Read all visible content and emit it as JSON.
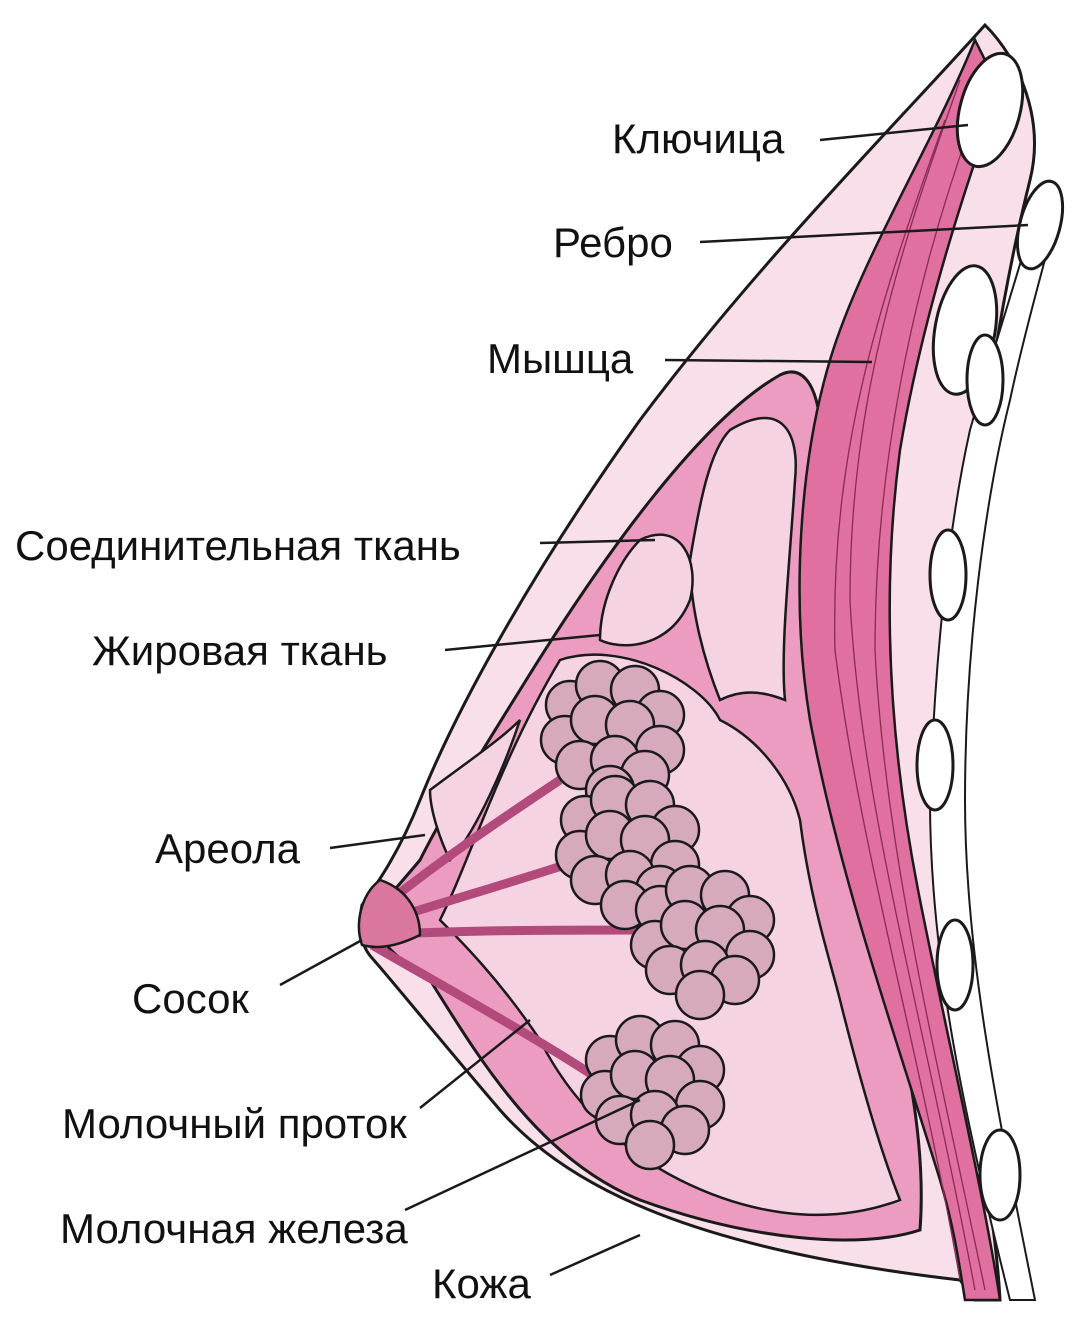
{
  "labels": {
    "clavicle": "Ключица",
    "rib": "Ребро",
    "muscle": "Мышца",
    "connective_tissue": "Соединительная ткань",
    "fat_tissue": "Жировая ткань",
    "areola": "Ареола",
    "nipple": "Сосок",
    "milk_duct": "Молочный проток",
    "mammary_gland": "Молочная железа",
    "skin": "Кожа"
  },
  "colors": {
    "skin": "#f8dfe9",
    "connective": "#eb9cc0",
    "fat": "#f6d3e2",
    "muscle": "#e0709f",
    "lobule": "#d6a9bd",
    "bone": "#ffffff",
    "outline": "#1a1a1a"
  }
}
